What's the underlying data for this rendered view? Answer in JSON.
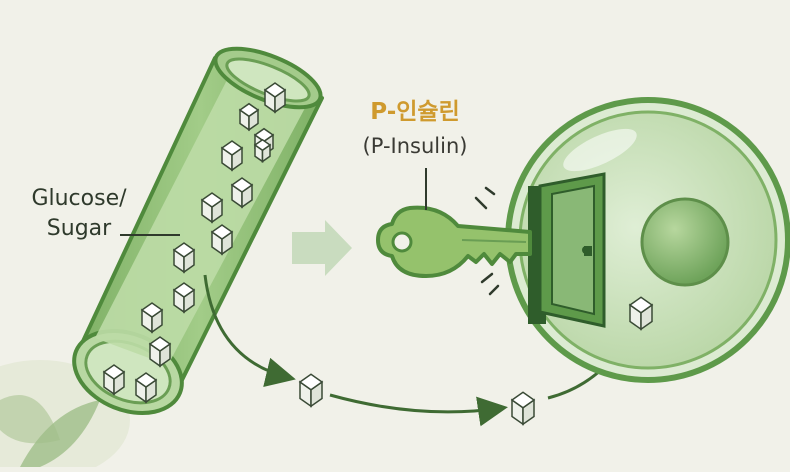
{
  "labels": {
    "glucose_line1": "Glucose/",
    "glucose_line2": "Sugar",
    "insulin_korean": "P-인슐린",
    "insulin_english": "(P-Insulin)"
  },
  "colors": {
    "background": "#f1f1e9",
    "vessel_fill": "#8fbe73",
    "vessel_outline": "#4f8a3c",
    "key_fill": "#95c26c",
    "insulin_text": "#cf9a2e",
    "cell_fill": "#cfe3c1",
    "arrow_stroke": "#3f6b33",
    "block_arrow": "#c9dcbf"
  }
}
